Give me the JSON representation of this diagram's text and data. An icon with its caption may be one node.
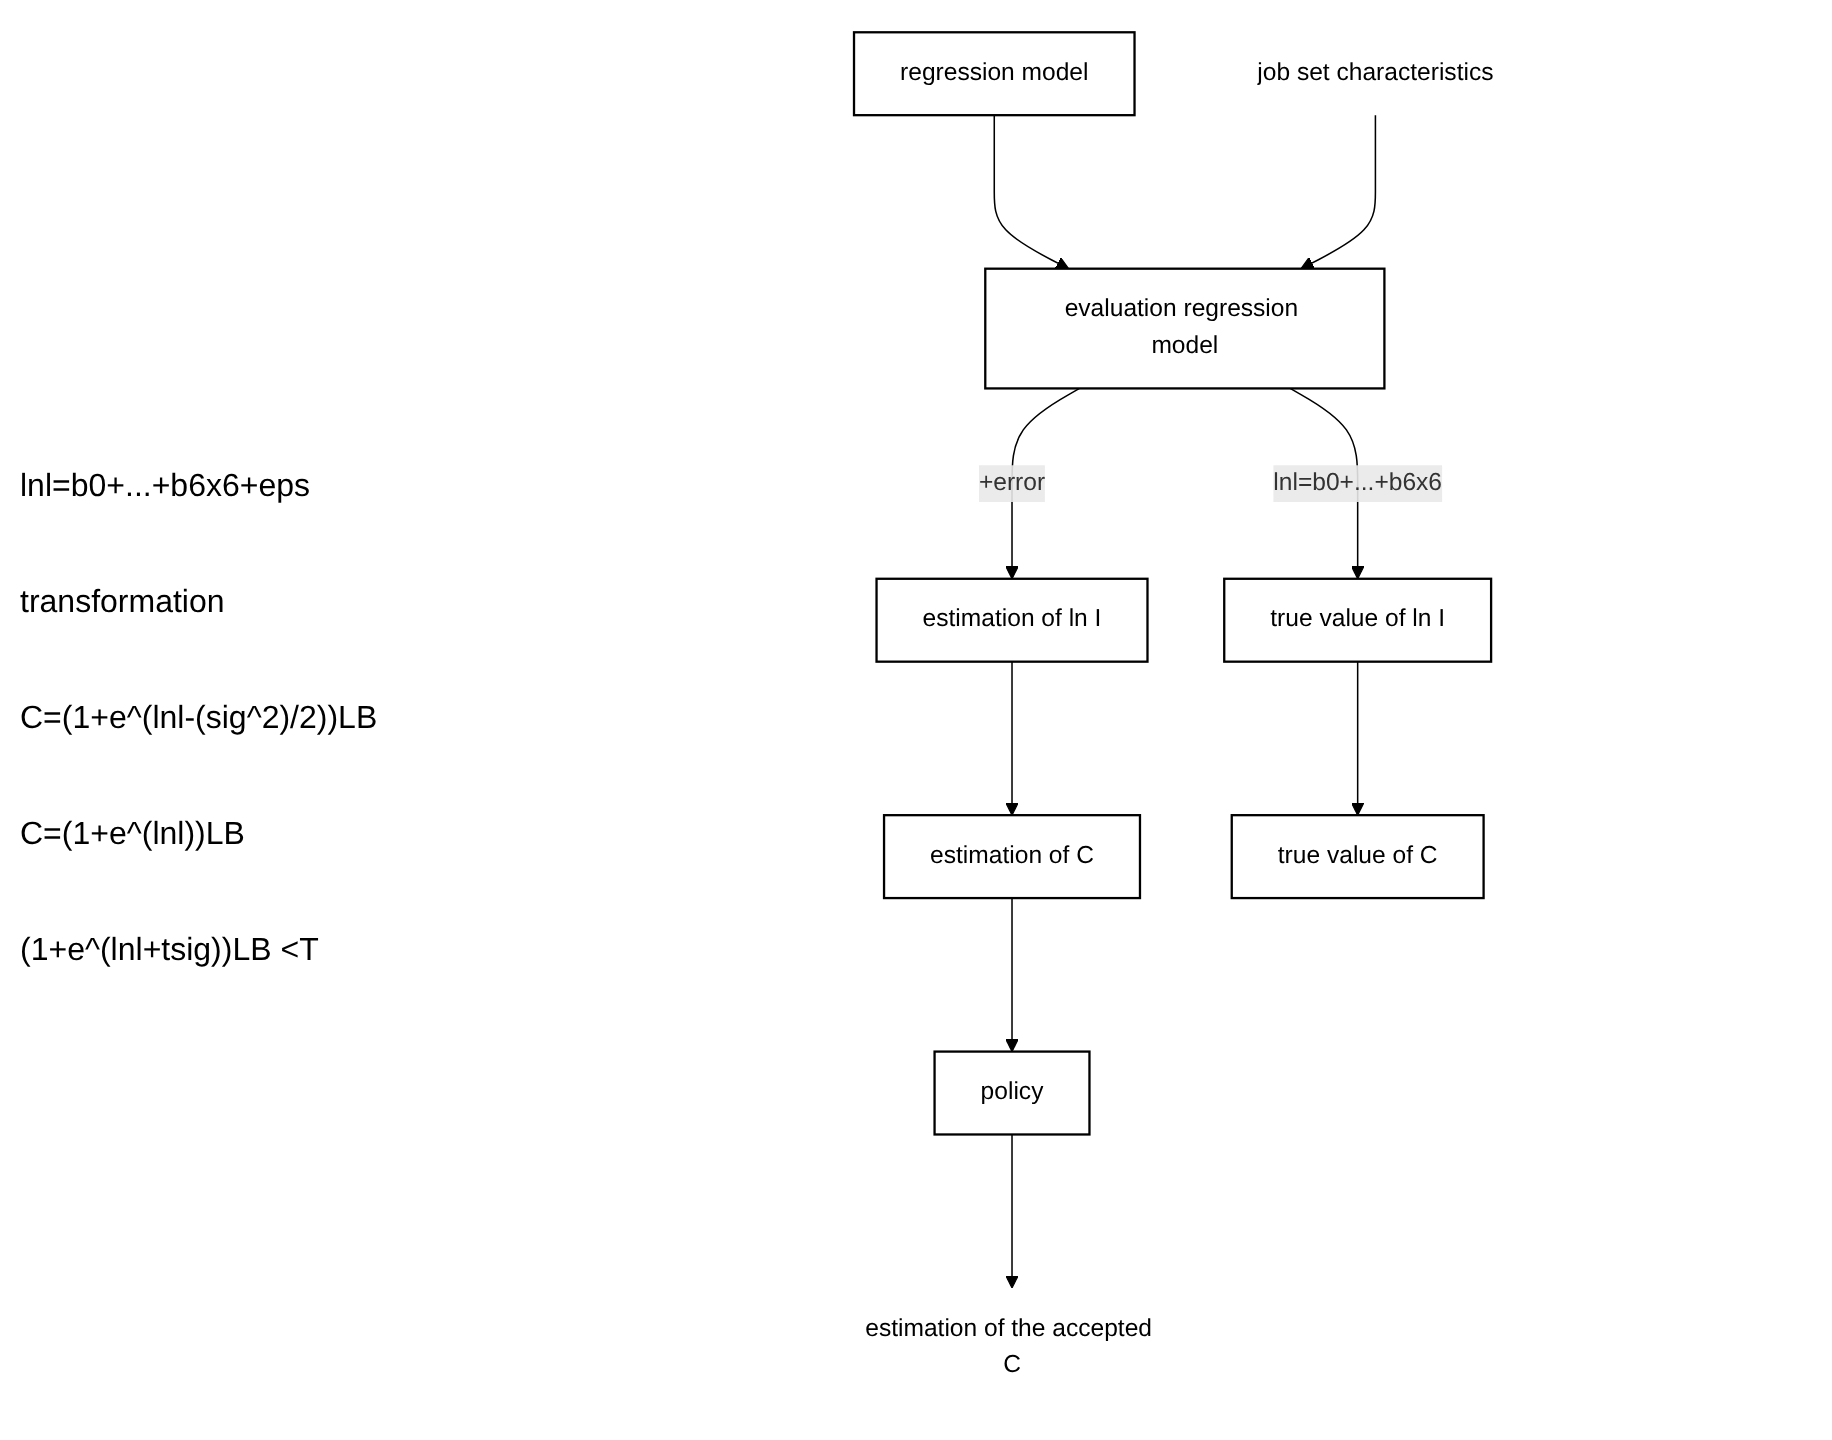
{
  "diagram": {
    "nodes": [
      {
        "text": [
          "regression model"
        ]
      },
      {
        "text": [
          "evaluation regression model"
        ]
      },
      {
        "text": [
          "job set characteristics"
        ]
      },
      {
        "text": [
          "estimation of ln I"
        ]
      },
      {
        "text": [
          "true value of ln I"
        ]
      },
      {
        "text": [
          "estimation of C"
        ]
      },
      {
        "text": [
          "true value of C"
        ]
      },
      {
        "text": [
          "policy"
        ]
      },
      {
        "text": [
          "estimation of the accepted C"
        ]
      }
    ],
    "edges": [
      {
        "from": 0,
        "to": 1,
        "arrow": "to"
      },
      {
        "from": 2,
        "to": 1,
        "arrow": "to"
      },
      {
        "from": 1,
        "to": 3,
        "arrow": "to",
        "label": "+error"
      },
      {
        "from": 1,
        "to": 4,
        "arrow": "to",
        "label": "lnl=b0+...+b6x6"
      },
      {
        "from": 3,
        "to": 5,
        "arrow": "to"
      },
      {
        "from": 4,
        "to": 6,
        "arrow": "to"
      },
      {
        "from": 5,
        "to": 7,
        "arrow": "to"
      },
      {
        "from": 7,
        "to": 8,
        "arrow": "to"
      }
    ],
    "labels": [
      "lnl=b0+...+b6x6+eps",
      "transformation",
      "C=(1+e^(lnl-(sig^2)/2))LB",
      "C=(1+e^(lnl))LB",
      "(1+e^(lnl+tsig))LB <T"
    ]
  }
}
